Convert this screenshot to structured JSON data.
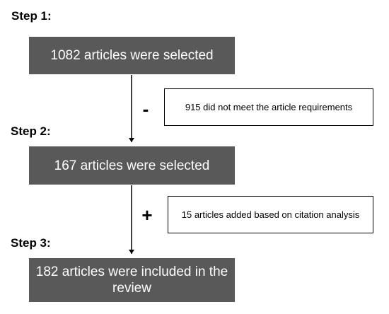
{
  "steps": [
    {
      "label": "Step 1:",
      "box_text": "1082 articles were selected"
    },
    {
      "label": "Step 2:",
      "box_text": "167 articles were selected"
    },
    {
      "label": "Step 3:",
      "box_text": "182 articles were included in the review"
    }
  ],
  "transitions": [
    {
      "operator": "-",
      "note": "915 did not meet the article requirements"
    },
    {
      "operator": "+",
      "note": "15 articles added based on citation analysis"
    }
  ],
  "colors": {
    "box_fill": "#595959",
    "box_text": "#ffffff",
    "line": "#000000"
  }
}
